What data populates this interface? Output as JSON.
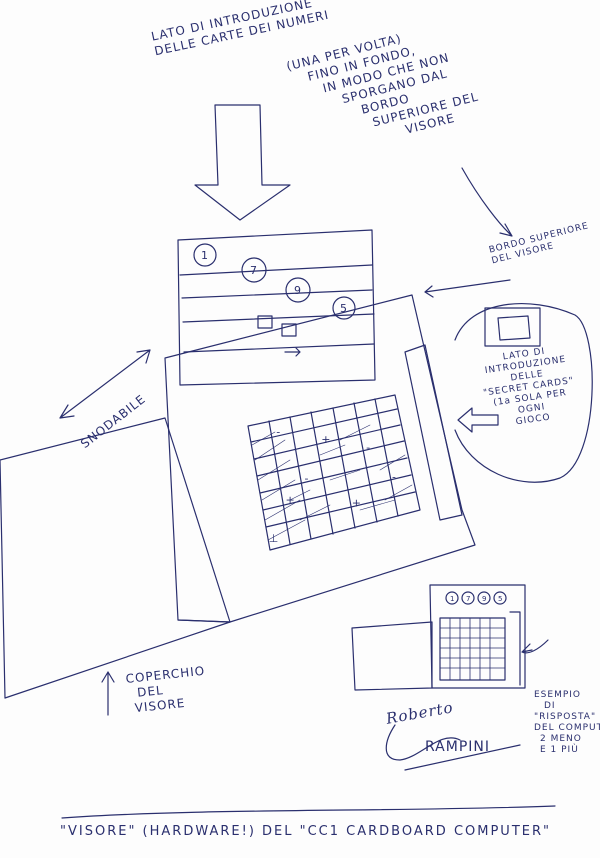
{
  "intro_note": [
    "LATO DI INTRODUZIONE",
    "DELLE CARTE DEI NUMERI",
    "(UNA PER VOLTA)",
    "FINO IN FONDO,",
    "IN MODO CHE NON",
    "SPORGANO DAL",
    "BORDO",
    "SUPERIORE DEL",
    "VISORE"
  ],
  "top_edge_note": [
    "BORDO SUPERIORE",
    "DEL VISORE"
  ],
  "secret_note": [
    "LATO DI",
    "INTRODUZIONE",
    "DELLE",
    "\"SECRET CARDS\"",
    "(1a SOLA PER",
    "OGNI",
    "GIOCO"
  ],
  "fold_label": "SNODABILE",
  "lid_note": [
    "COPERCHIO",
    "DEL",
    "VISORE"
  ],
  "example_note": [
    "ESEMPIO",
    "DI",
    "\"RISPOSTA\"",
    "DEL COMPUTER:",
    "2 MENO",
    "E 1 PIÙ"
  ],
  "signature": [
    "Roberto",
    "RAMPINI"
  ],
  "title": "\"VISORE\" (HARDWARE!) DEL \"CC1 CARDBOARD COMPUTER\"",
  "card_numbers": [
    "1",
    "7",
    "9",
    "5"
  ],
  "mini_card_numbers": [
    "1",
    "7",
    "9",
    "5"
  ],
  "grid_symbols": [
    [
      "",
      "-",
      "",
      "",
      "",
      "",
      ""
    ],
    [
      "",
      "",
      "",
      "+",
      "",
      "",
      ""
    ],
    [
      "",
      "",
      "",
      "",
      "",
      "-",
      ""
    ],
    [
      "",
      "",
      "-",
      "",
      "",
      "",
      ""
    ],
    [
      "",
      "+",
      "",
      "",
      "",
      "",
      "-"
    ],
    [
      "",
      "",
      "",
      "",
      "+",
      "",
      ""
    ],
    [
      "⊥",
      "",
      "",
      "",
      "",
      "",
      ""
    ]
  ],
  "colors": {
    "ink": "#2a2f6e",
    "paper": "#fdfdfd"
  }
}
